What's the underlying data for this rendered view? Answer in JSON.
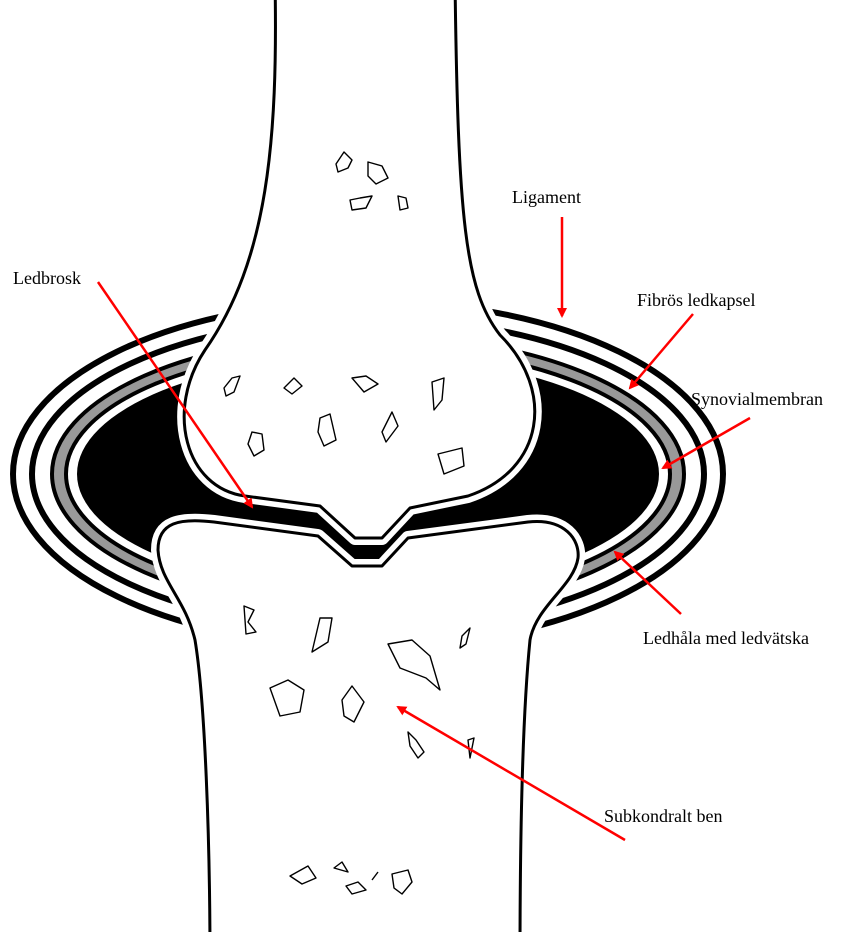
{
  "labels": {
    "ligament": "Ligament",
    "ledbrosk": "Ledbrosk",
    "fibros_ledkapsel": "Fibrös ledkapsel",
    "synovialmembran": "Synovialmembran",
    "ledhala": "Ledhåla med ledvätska",
    "subkondralt_ben": "Subkondralt ben"
  },
  "colors": {
    "arrow": "#ff0000",
    "outline": "#000000",
    "joint_cavity": "#000000",
    "synovial_membrane": "#999999",
    "bone": "#ffffff"
  }
}
